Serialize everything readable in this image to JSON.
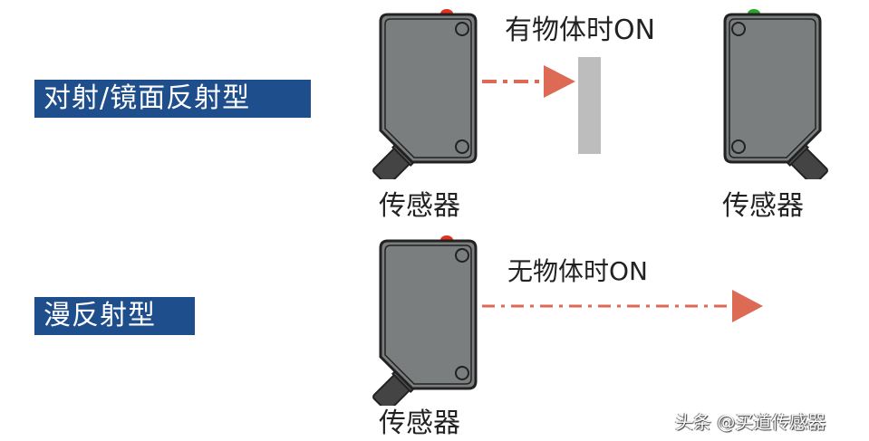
{
  "labels": {
    "retro": "对射/镜面反射型",
    "diffuse": "漫反射型"
  },
  "sensor_label": "传感器",
  "captions": {
    "with_object": "有物体时ON",
    "without_object": "无物体时ON"
  },
  "watermark": "头条 @买道传感器",
  "colors": {
    "tag": "#1f4e8c",
    "beam": "#dc6a55",
    "body": "#7a7e7e",
    "led_off": "#e0321e",
    "led_on": "#2fa02f",
    "target": "#bdbdbd"
  }
}
